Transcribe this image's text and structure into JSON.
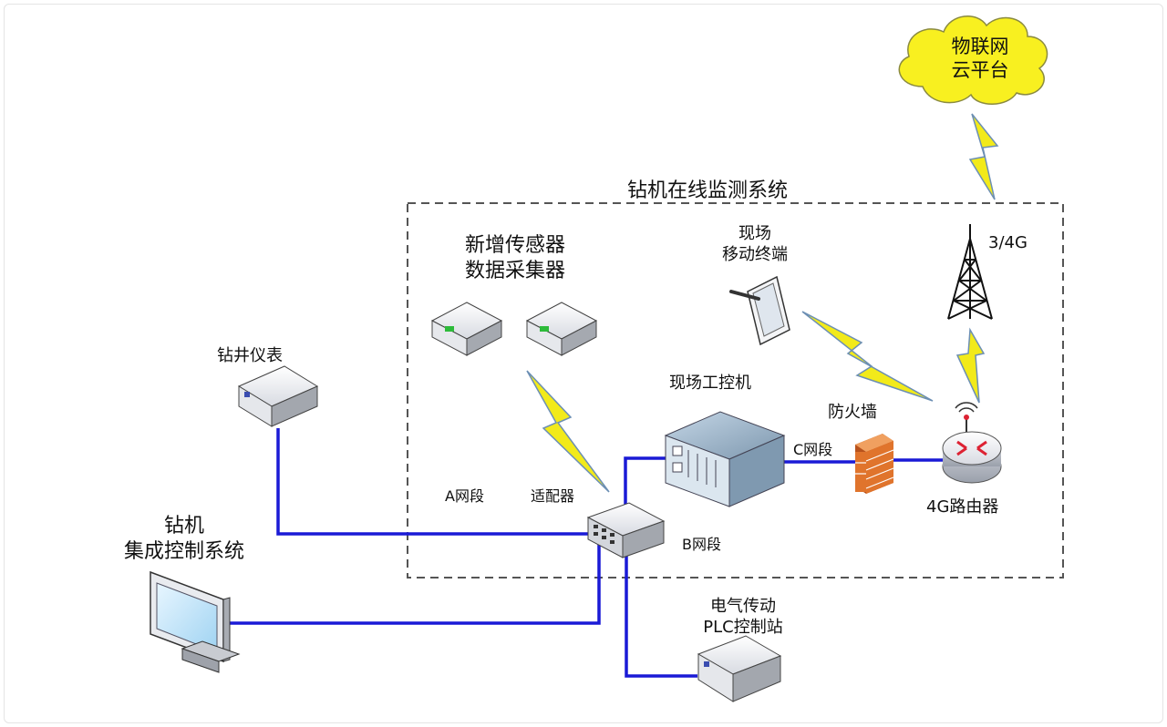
{
  "labels": {
    "cloud_line1": "物联网",
    "cloud_line2": "云平台",
    "system_title": "钻机在线监测系统",
    "tower_label": "3/4G",
    "sensor_line1": "新增传感器",
    "sensor_line2": "数据采集器",
    "mobile_line1": "现场",
    "mobile_line2": "移动终端",
    "ipc_label": "现场工控机",
    "firewall_label": "防火墙",
    "c_segment": "C网段",
    "router_label": "4G路由器",
    "well_meter": "钻井仪表",
    "a_segment": "A网段",
    "adapter": "适配器",
    "b_segment": "B网段",
    "rig_line1": "钻机",
    "rig_line2": "集成控制系统",
    "plc_line1": "电气传动",
    "plc_line2": "PLC控制站"
  },
  "colors": {
    "link_blue": "#1a1ad6",
    "lightning_yellow": "#f2ea1a",
    "cloud_yellow": "#f8f020",
    "firewall_orange": "#e0742c",
    "device_gray": "#e8eaee",
    "dashed_border": "#555555"
  },
  "icons": {
    "cloud": "cloud-icon",
    "tower": "cell-tower-icon",
    "tablet": "tablet-icon",
    "router": "router-icon",
    "firewall": "firewall-icon",
    "server": "server-icon",
    "switch": "switch-icon",
    "monitor": "monitor-icon"
  }
}
